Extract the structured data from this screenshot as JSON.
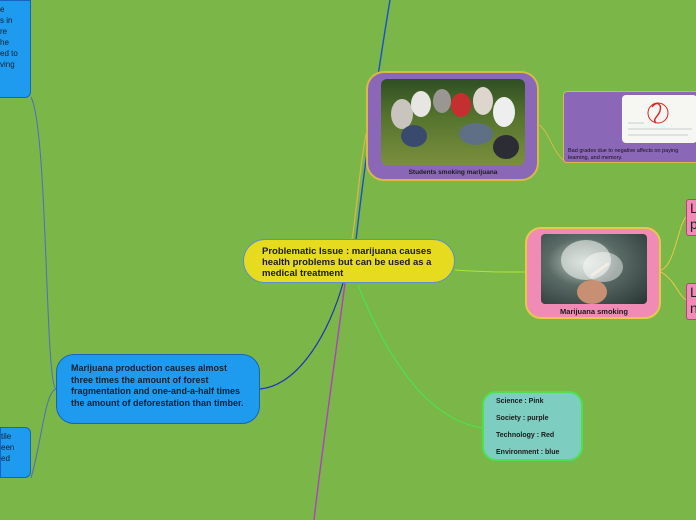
{
  "central": "Problematic Issue : marijuana causes health problems but can be used as a medical treatment",
  "environment_node": "Marijuana production causes almost three times the amount of forest fragmentation and one-and-a-half times the amount of deforestation than timber.",
  "left_top_fragment": [
    "e",
    "s in",
    "re",
    "",
    "he",
    "ed to",
    "ving"
  ],
  "left_bottom_fragment": [
    "tile",
    "een",
    "ed"
  ],
  "students_caption": "Students smoking marijuana",
  "grades_caption": "Bad grades due to negative affects on paying learning, and memory.",
  "marijuana_caption": "Marijuana smoking",
  "pink_stubs": [
    [
      "L",
      "p"
    ],
    [
      "L",
      "n"
    ]
  ],
  "legend": [
    {
      "label": "Science : Pink"
    },
    {
      "label": "Society : purple"
    },
    {
      "label": "Technology : Red"
    },
    {
      "label": "Environment : blue"
    }
  ],
  "colors": {
    "background": "#7ab648",
    "science": "#f08bb5",
    "society": "#8b67b8",
    "environment": "#1e9bef",
    "central": "#e6db1e",
    "legend": "#7ecdc1"
  }
}
